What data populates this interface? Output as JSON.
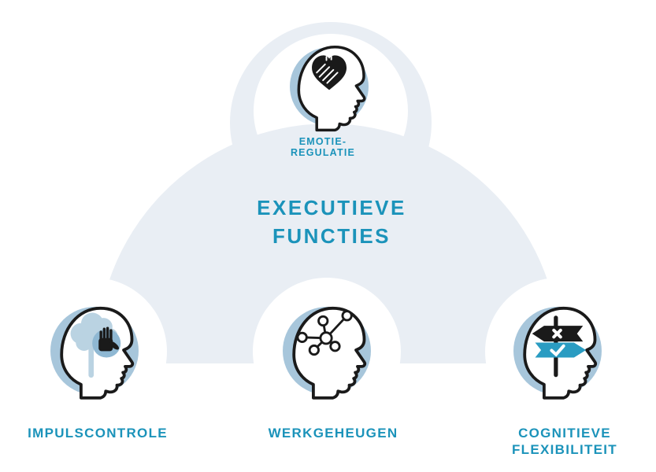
{
  "diagram": {
    "title_lines": [
      "EXECUTIEVE",
      "FUNCTIES"
    ],
    "top_node": {
      "id": "emotie-regulatie",
      "label_lines": [
        "EMOTIE-",
        "REGULATIE"
      ],
      "icon": "head-heart-handshake-icon"
    },
    "bottom_nodes": [
      {
        "id": "impulscontrole",
        "label_lines": [
          "IMPULSCONTROLE"
        ],
        "icon": "head-brain-stop-hand-icon"
      },
      {
        "id": "werkgeheugen",
        "label_lines": [
          "WERKGEHEUGEN"
        ],
        "icon": "head-network-icon"
      },
      {
        "id": "cognitieve-flexibiliteit",
        "label_lines": [
          "COGNITIEVE",
          "FLEXIBILITEIT"
        ],
        "icon": "head-signpost-icon"
      }
    ],
    "colors": {
      "blob": "#e9eef4",
      "circle": "#a7c6db",
      "cloud": "#bad3e2",
      "handcircle": "#8fb8d3",
      "teal": "#1b93ba",
      "arrow": "#2a9cc2",
      "ink": "#1a1a1a"
    }
  }
}
